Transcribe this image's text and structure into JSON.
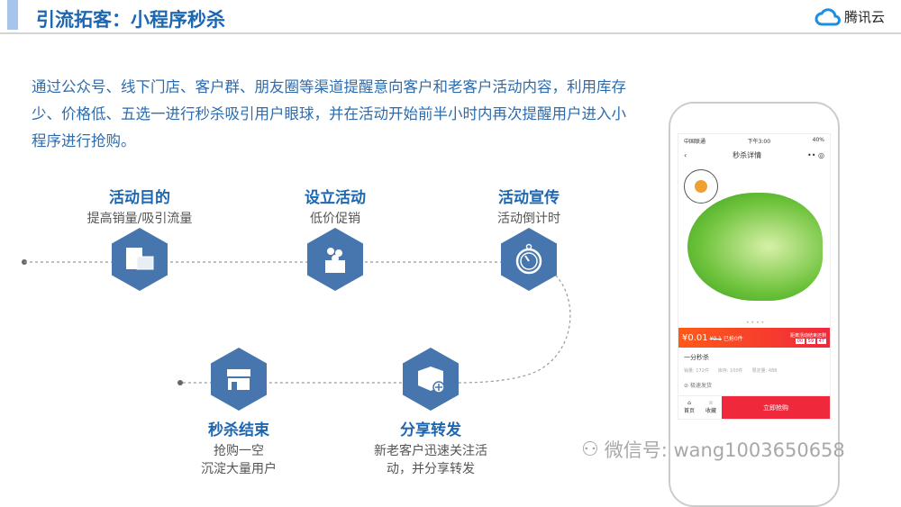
{
  "header": {
    "title": "引流拓客：小程序秒杀",
    "brand": "腾讯云"
  },
  "intro": "通过公众号、线下门店、客户群、朋友圈等渠道提醒意向客户和老客户活动内容，利用库存少、价格低、五选一进行秒杀吸引用户眼球，并在活动开始前半小时内再次提醒用户进入小程序进行抢购。",
  "steps": [
    {
      "title": "活动目的",
      "sub": "提高销量/吸引流量",
      "icon": "calculator-icon"
    },
    {
      "title": "设立活动",
      "sub": "低价促销",
      "icon": "gift-box-icon"
    },
    {
      "title": "活动宣传",
      "sub": "活动倒计时",
      "icon": "stopwatch-icon"
    },
    {
      "title": "分享转发",
      "sub": "新老客户迅速关注活动，并分享转发",
      "icon": "share-box-icon"
    },
    {
      "title": "秒杀结束",
      "sub": "抢购一空\n沉淀大量用户",
      "icon": "store-icon"
    }
  ],
  "phone": {
    "carrier": "中国联通",
    "time": "下午3:00",
    "battery": "40%",
    "page_title": "秒杀详情",
    "price": "¥0.01",
    "orig_price": "¥0.1",
    "sold": "已抢0件",
    "countdown_label": "距离活动结束还剩",
    "countdown": [
      "00",
      "59",
      "47"
    ],
    "product_name": "一分秒杀",
    "sales": "销量: 172件",
    "stock": "库存: 100件",
    "limit": "限定量: 488",
    "shipping": "极速发货",
    "nav_home": "首页",
    "nav_fav": "收藏",
    "buy": "立即抢购"
  },
  "watermark": "微信号: wang1003650658",
  "colors": {
    "accent": "#1e67b0",
    "hex": "#4676ad",
    "sale": "#f0283c"
  }
}
